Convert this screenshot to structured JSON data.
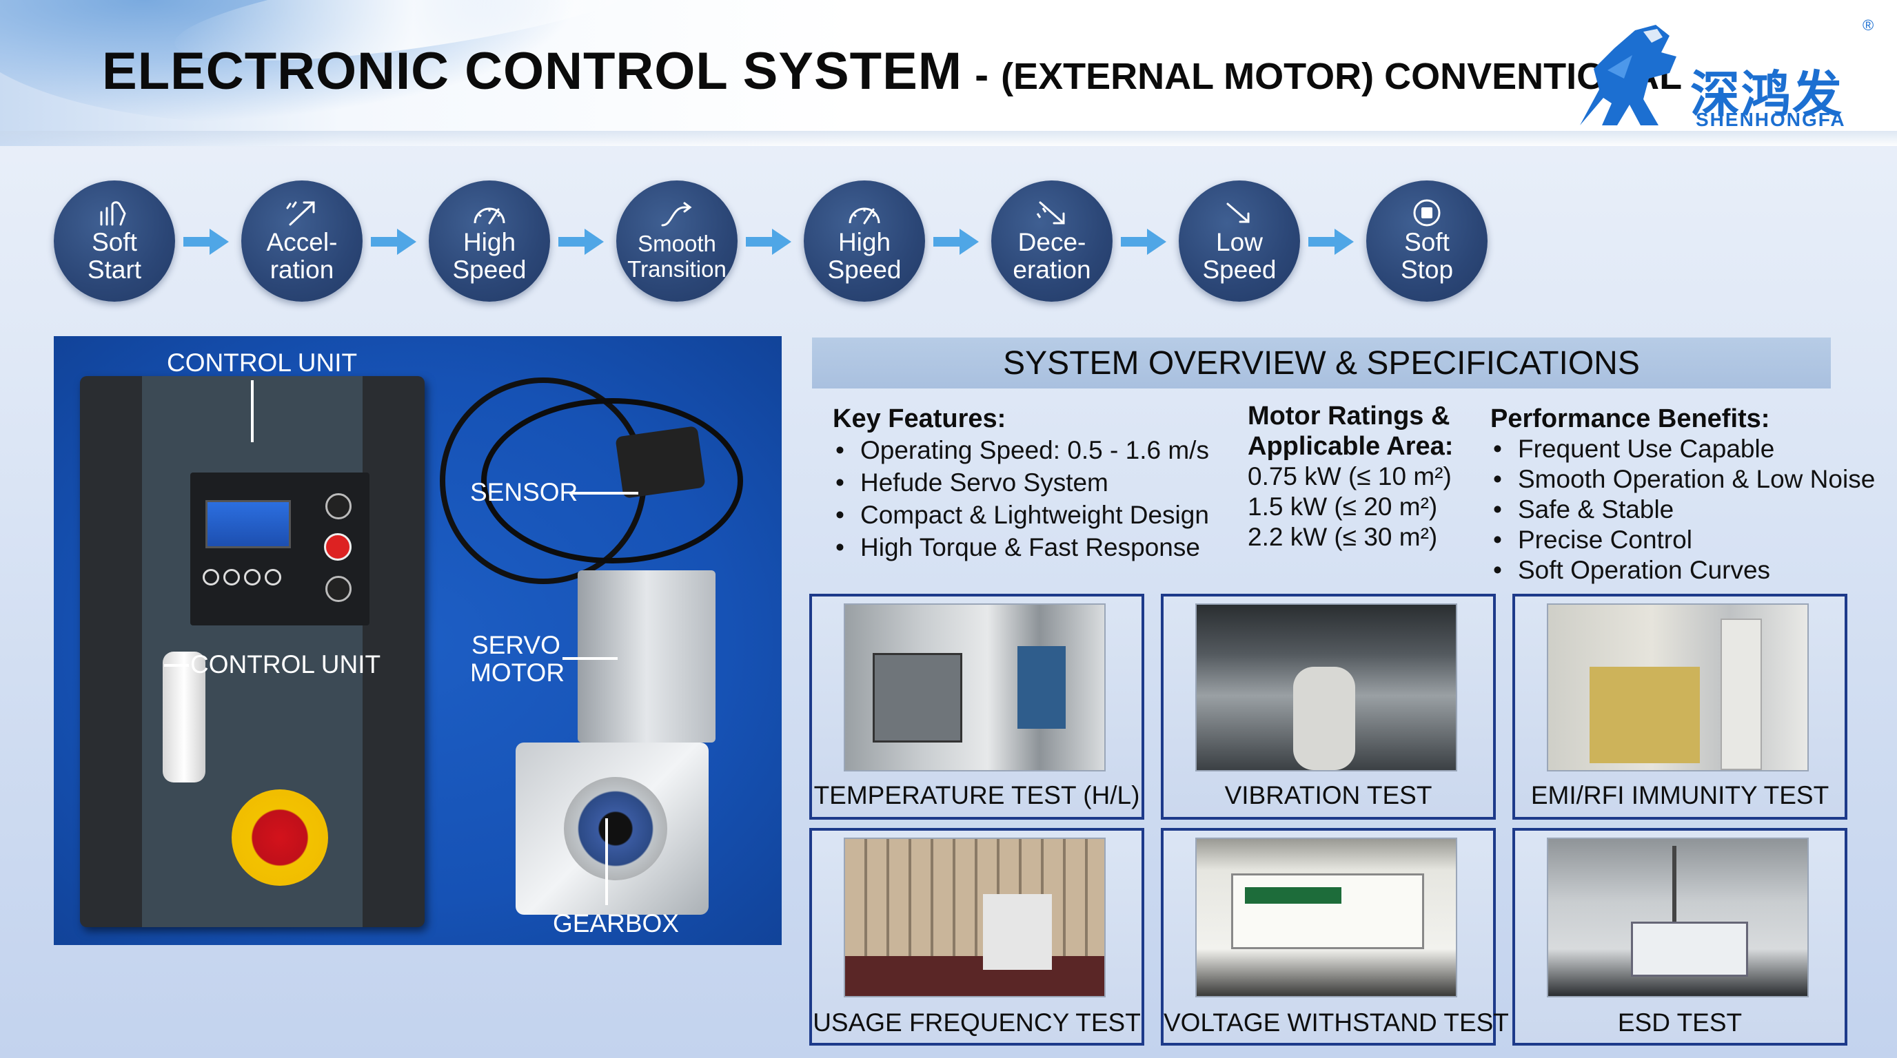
{
  "header": {
    "title_main": "ELECTRONIC CONTROL SYSTEM",
    "title_dash": "-",
    "title_sub": "(EXTERNAL MOTOR) CONVENTIONAL",
    "logo_cn": "深鸿发",
    "logo_en": "SHENHONGFA",
    "logo_reg": "®"
  },
  "flow": {
    "steps": [
      {
        "l1": "Soft",
        "l2": "Start",
        "icon": "soft-start-icon"
      },
      {
        "l1": "Accel-",
        "l2": "ration",
        "icon": "acceleration-icon"
      },
      {
        "l1": "High",
        "l2": "Speed",
        "icon": "speedometer-icon"
      },
      {
        "l1": "Smooth",
        "l2": "Transition",
        "icon": "smooth-curve-icon"
      },
      {
        "l1": "High",
        "l2": "Speed",
        "icon": "speedometer-icon"
      },
      {
        "l1": "Dece-",
        "l2": "eration",
        "icon": "deceleration-icon"
      },
      {
        "l1": "Low",
        "l2": "Speed",
        "icon": "low-speed-icon"
      },
      {
        "l1": "Soft",
        "l2": "Stop",
        "icon": "stop-icon"
      }
    ],
    "arrow_color": "#4fa6e6",
    "step_color": "#2b4676"
  },
  "photo": {
    "label_control_unit_top": "CONTROL UNIT",
    "label_sensor": "SENSOR",
    "label_control_unit_mid": "CONTROL UNIT",
    "label_servo_l1": "SERVO",
    "label_servo_l2": "MOTOR",
    "label_gearbox": "GEARBOX"
  },
  "specs": {
    "heading": "SYSTEM OVERVIEW & SPECIFICATIONS",
    "key_features": {
      "title": "Key Features:",
      "items": [
        "Operating Speed: 0.5 - 1.6 m/s",
        "Hefude Servo System",
        "Compact & Lightweight Design",
        "High Torque & Fast Response"
      ]
    },
    "motor_ratings": {
      "title_l1": "Motor Ratings &",
      "title_l2": "Applicable Area:",
      "items": [
        "0.75 kW (≤ 10 m²)",
        "1.5 kW (≤ 20 m²)",
        "2.2 kW (≤ 30 m²)"
      ]
    },
    "performance": {
      "title": "Performance Benefits:",
      "items": [
        "Frequent Use Capable",
        "Smooth Operation & Low Noise",
        "Safe & Stable",
        "Precise Control",
        "Soft Operation Curves"
      ]
    }
  },
  "tests": [
    {
      "caption": "TEMPERATURE TEST (H/L)"
    },
    {
      "caption": "VIBRATION TEST"
    },
    {
      "caption": "EMI/RFI IMMUNITY TEST"
    },
    {
      "caption": "USAGE FREQUENCY TEST"
    },
    {
      "caption": "VOLTAGE WITHSTAND TEST"
    },
    {
      "caption": "ESD TEST"
    }
  ]
}
